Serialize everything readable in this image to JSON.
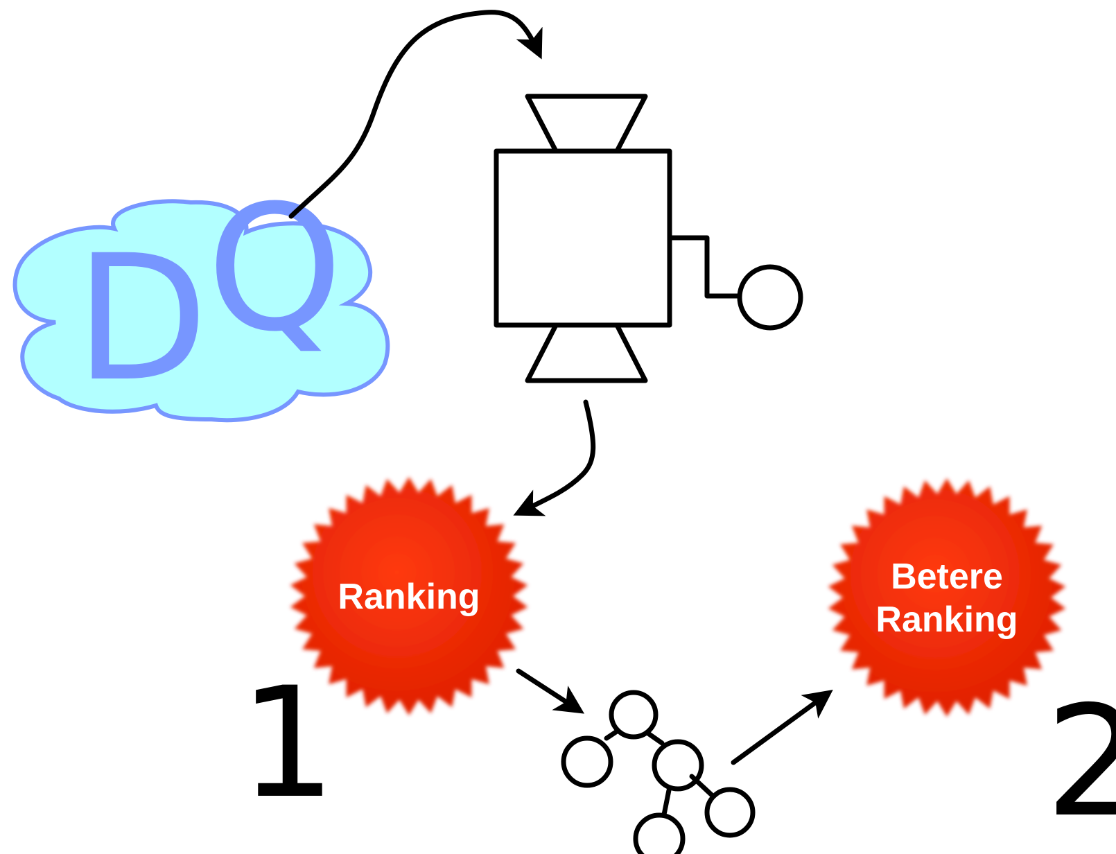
{
  "cloud": {
    "label_d": "D",
    "label_q": "Q",
    "fill_color": "#b2ffff",
    "stroke_color": "#7796ff"
  },
  "satellite": {
    "icon": "satellite-icon"
  },
  "bursts": {
    "ranking": {
      "lines": [
        "Ranking"
      ],
      "color": "#f22a00"
    },
    "better_ranking": {
      "lines": [
        "Betere",
        "Ranking"
      ],
      "color": "#f22a00"
    }
  },
  "network": {
    "icon": "network-icon"
  },
  "steps": {
    "first": "1",
    "second": "2"
  }
}
